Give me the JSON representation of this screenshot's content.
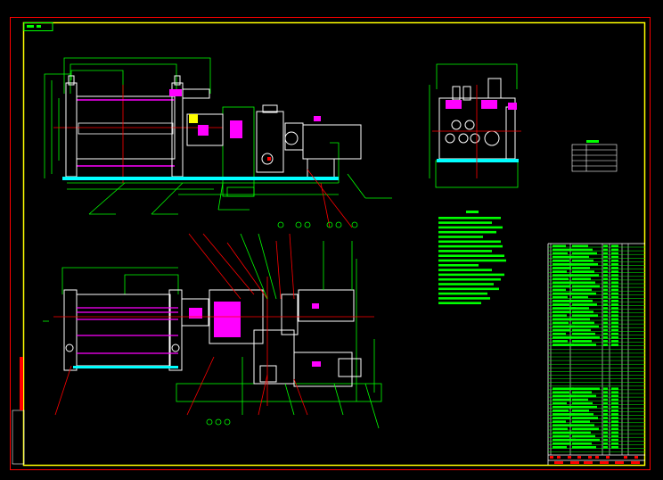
{
  "drawing": {
    "background": "#000000",
    "colors": {
      "outer_border": "#ff0000",
      "inner_border": "#ffff00",
      "dimension": "#00ff00",
      "outline": "#ffffff",
      "centerline": "#ff0000",
      "highlight": "#ff00ff",
      "base": "#00ffff"
    },
    "views": [
      "front-elevation",
      "side-elevation",
      "plan-view"
    ],
    "has_title_block": true,
    "has_parts_list": true,
    "has_technical_notes": true
  }
}
